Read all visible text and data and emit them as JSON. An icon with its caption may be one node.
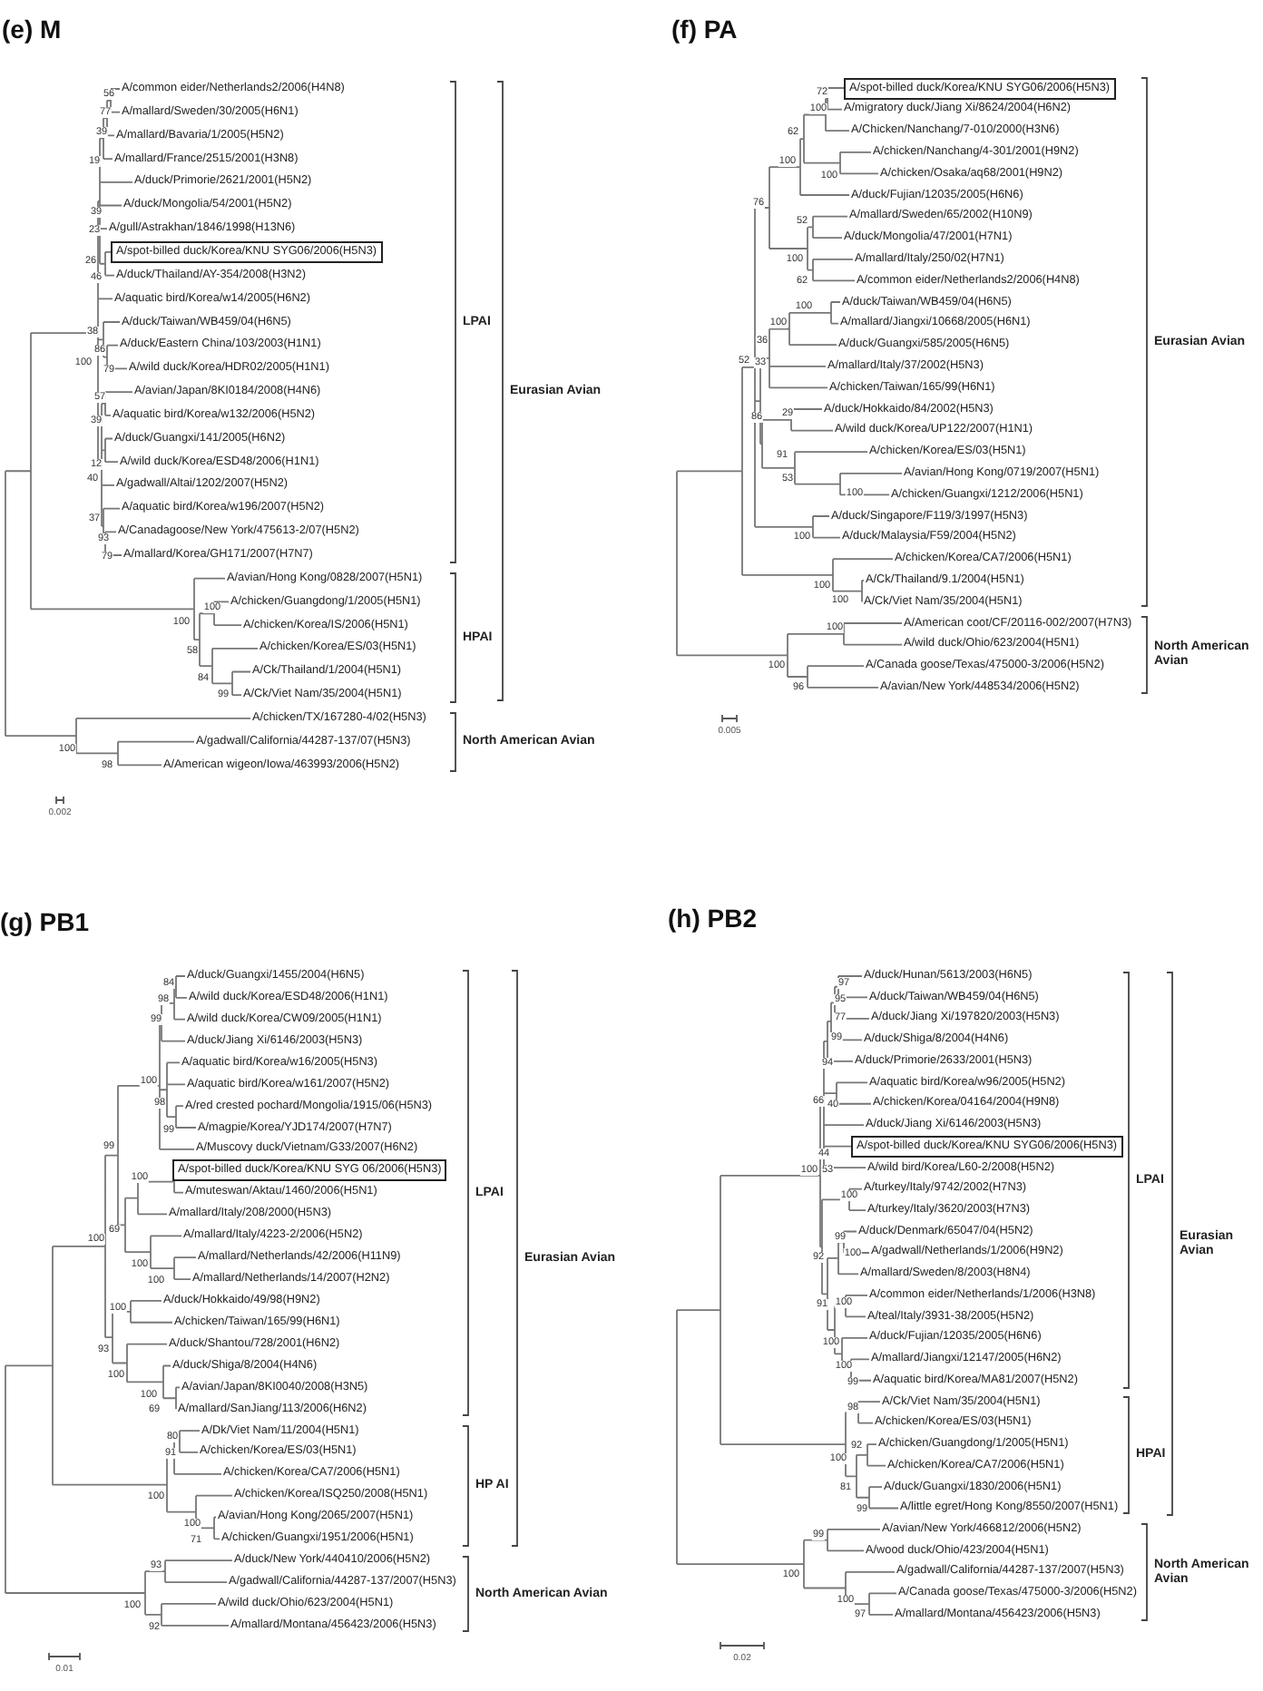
{
  "diagram": {
    "nodes": [
      {
        "text": [
          "A/spot-billed duck/Korea/KNU SYG06/2006(H5N3)"
        ]
      },
      {
        "text": [
          "A/spot-billed duck/Korea/KNU SYG06/2006(H5N3)"
        ]
      },
      {
        "text": [
          "A/spot-billed duck/Korea/KNU SYG 06/2006(H5N3)"
        ]
      },
      {
        "text": [
          "A/spot-billed duck/Korea/KNU SYG06/2006(H5N3)"
        ]
      }
    ],
    "labels": [
      "(e) M",
      "A/common eider/Netherlands2/2006(H4N8)",
      "A/mallard/Sweden/30/2005(H6N1)",
      "A/mallard/Bavaria/1/2005(H5N2)",
      "A/mallard/France/2515/2001(H3N8)",
      "A/duck/Primorie/2621/2001(H5N2)",
      "A/duck/Mongolia/54/2001(H5N2)",
      "A/gull/Astrakhan/1846/1998(H13N6)",
      "A/duck/Thailand/AY-354/2008(H3N2)",
      "A/aquatic bird/Korea/w14/2005(H6N2)",
      "A/duck/Taiwan/WB459/04(H6N5)",
      "A/duck/Eastern China/103/2003(H1N1)",
      "A/wild duck/Korea/HDR02/2005(H1N1)",
      "A/avian/Japan/8KI0184/2008(H4N6)",
      "A/aquatic bird/Korea/w132/2006(H5N2)",
      "A/duck/Guangxi/141/2005(H6N2)",
      "A/wild duck/Korea/ESD48/2006(H1N1)",
      "A/gadwall/Altai/1202/2007(H5N2)",
      "A/aquatic bird/Korea/w196/2007(H5N2)",
      "A/Canadagoose/New York/475613-2/07(H5N2)",
      "A/mallard/Korea/GH171/2007(H7N7)",
      "A/avian/Hong Kong/0828/2007(H5N1)",
      "A/chicken/Guangdong/1/2005(H5N1)",
      "A/chicken/Korea/IS/2006(H5N1)",
      "A/chicken/Korea/ES/03(H5N1)",
      "A/Ck/Thailand/1/2004(H5N1)",
      "A/Ck/Viet Nam/35/2004(H5N1)",
      "A/chicken/TX/167280-4/02(H5N3)",
      "A/gadwall/California/44287-137/07(H5N3)",
      "A/American wigeon/Iowa/463993/2006(H5N2)",
      "56",
      "77",
      "39",
      "19",
      "39",
      "23",
      "26",
      "46",
      "38",
      "86",
      "100",
      "79",
      "57",
      "39",
      "12",
      "40",
      "37",
      "93",
      "79",
      "100",
      "100",
      "58",
      "84",
      "99",
      "100",
      "98",
      "LPAI",
      "Eurasian Avian",
      "HPAI",
      "North American Avian",
      "0.002",
      "(f) PA",
      "A/migratory duck/Jiang Xi/8624/2004(H6N2)",
      "A/Chicken/Nanchang/7-010/2000(H3N6)",
      "A/chicken/Nanchang/4-301/2001(H9N2)",
      "A/chicken/Osaka/aq68/2001(H9N2)",
      "A/duck/Fujian/12035/2005(H6N6)",
      "A/mallard/Sweden/65/2002(H10N9)",
      "A/duck/Mongolia/47/2001(H7N1)",
      "A/mallard/Italy/250/02(H7N1)",
      "A/common eider/Netherlands2/2006(H4N8)",
      "A/duck/Taiwan/WB459/04(H6N5)",
      "A/mallard/Jiangxi/10668/2005(H6N1)",
      "A/duck/Guangxi/585/2005(H6N5)",
      "A/mallard/Italy/37/2002(H5N3)",
      "A/chicken/Taiwan/165/99(H6N1)",
      "A/duck/Hokkaido/84/2002(H5N3)",
      "A/wild duck/Korea/UP122/2007(H1N1)",
      "A/chicken/Korea/ES/03(H5N1)",
      "A/avian/Hong Kong/0719/2007(H5N1)",
      "A/chicken/Guangxi/1212/2006(H5N1)",
      "A/duck/Singapore/F119/3/1997(H5N3)",
      "A/duck/Malaysia/F59/2004(H5N2)",
      "A/chicken/Korea/CA7/2006(H5N1)",
      "A/Ck/Thailand/9.1/2004(H5N1)",
      "A/Ck/Viet Nam/35/2004(H5N1)",
      "A/American coot/CF/20116-002/2007(H7N3)",
      "A/wild duck/Ohio/623/2004(H5N1)",
      "A/Canada goose/Texas/475000-3/2006(H5N2)",
      "A/avian/New York/448534/2006(H5N2)",
      "72",
      "100",
      "62",
      "100",
      "100",
      "76",
      "52",
      "100",
      "62",
      "100",
      "100",
      "36",
      "52",
      "33",
      "86",
      "29",
      "91",
      "53",
      "100",
      "100",
      "100",
      "100",
      "100",
      "100",
      "96",
      "Eurasian Avian",
      "North American Avian",
      "0.005",
      "(g) PB1",
      "A/duck/Guangxi/1455/2004(H6N5)",
      "A/wild duck/Korea/ESD48/2006(H1N1)",
      "A/wild duck/Korea/CW09/2005(H1N1)",
      "A/duck/Jiang Xi/6146/2003(H5N3)",
      "A/aquatic bird/Korea/w16/2005(H5N3)",
      "A/aquatic bird/Korea/w161/2007(H5N2)",
      "A/red crested pochard/Mongolia/1915/06(H5N3)",
      "A/magpie/Korea/YJD174/2007(H7N7)",
      "A/Muscovy duck/Vietnam/G33/2007(H6N2)",
      "A/muteswan/Aktau/1460/2006(H5N1)",
      "A/mallard/Italy/208/2000(H5N3)",
      "A/mallard/Italy/4223-2/2006(H5N2)",
      "A/mallard/Netherlands/42/2006(H11N9)",
      "A/mallard/Netherlands/14/2007(H2N2)",
      "A/duck/Hokkaido/49/98(H9N2)",
      "A/chicken/Taiwan/165/99(H6N1)",
      "A/duck/Shantou/728/2001(H6N2)",
      "A/duck/Shiga/8/2004(H4N6)",
      "A/avian/Japan/8KI0040/2008(H3N5)",
      "A/mallard/SanJiang/113/2006(H6N2)",
      "A/Dk/Viet Nam/11/2004(H5N1)",
      "A/chicken/Korea/ES/03(H5N1)",
      "A/chicken/Korea/CA7/2006(H5N1)",
      "A/chicken/Korea/ISQ250/2008(H5N1)",
      "A/avian/Hong Kong/2065/2007(H5N1)",
      "A/chicken/Guangxi/1951/2006(H5N1)",
      "A/duck/New York/440410/2006(H5N2)",
      "A/gadwall/California/44287-137/2007(H5N3)",
      "A/wild duck/Ohio/623/2004(H5N1)",
      "A/mallard/Montana/456423/2006(H5N3)",
      "84",
      "98",
      "99",
      "100",
      "98",
      "99",
      "99",
      "100",
      "69",
      "100",
      "100",
      "100",
      "100",
      "93",
      "100",
      "100",
      "69",
      "80",
      "91",
      "100",
      "100",
      "71",
      "93",
      "100",
      "92",
      "LPAI",
      "Eurasian Avian",
      "HP AI",
      "North American Avian",
      "0.01",
      "(h) PB2",
      "A/duck/Hunan/5613/2003(H6N5)",
      "A/duck/Taiwan/WB459/04(H6N5)",
      "A/duck/Jiang Xi/197820/2003(H5N3)",
      "A/duck/Shiga/8/2004(H4N6)",
      "A/duck/Primorie/2633/2001(H5N3)",
      "A/aquatic bird/Korea/w96/2005(H5N2)",
      "A/chicken/Korea/04164/2004(H9N8)",
      "A/duck/Jiang Xi/6146/2003(H5N3)",
      "A/wild bird/Korea/L60-2/2008(H5N2)",
      "A/turkey/Italy/9742/2002(H7N3)",
      "A/turkey/Italy/3620/2003(H7N3)",
      "A/duck/Denmark/65047/04(H5N2)",
      "A/gadwall/Netherlands/1/2006(H9N2)",
      "A/mallard/Sweden/8/2003(H8N4)",
      "A/common eider/Netherlands/1/2006(H3N8)",
      "A/teal/Italy/3931-38/2005(H5N2)",
      "A/duck/Fujian/12035/2005(H6N6)",
      "A/mallard/Jiangxi/12147/2005(H6N2)",
      "A/aquatic bird/Korea/MA81/2007(H5N2)",
      "A/Ck/Viet Nam/35/2004(H5N1)",
      "A/chicken/Korea/ES/03(H5N1)",
      "A/chicken/Guangdong/1/2005(H5N1)",
      "A/chicken/Korea/CA7/2006(H5N1)",
      "A/duck/Guangxi/1830/2006(H5N1)",
      "A/little egret/Hong Kong/8550/2007(H5N1)",
      "A/avian/New York/466812/2006(H5N2)",
      "A/wood duck/Ohio/423/2004(H5N1)",
      "A/gadwall/California/44287-137/2007(H5N3)",
      "A/Canada goose/Texas/475000-3/2006(H5N2)",
      "A/mallard/Montana/456423/2006(H5N3)",
      "97",
      "95",
      "77",
      "99",
      "94",
      "66",
      "40",
      "44",
      "100",
      "53",
      "100",
      "99",
      "100",
      "92",
      "91",
      "100",
      "100",
      "100",
      "99",
      "98",
      "100",
      "92",
      "81",
      "99",
      "99",
      "100",
      "100",
      "97",
      "LPAI",
      "Eurasian Avian",
      "HPAI",
      "North American Avian",
      "0.02"
    ]
  }
}
